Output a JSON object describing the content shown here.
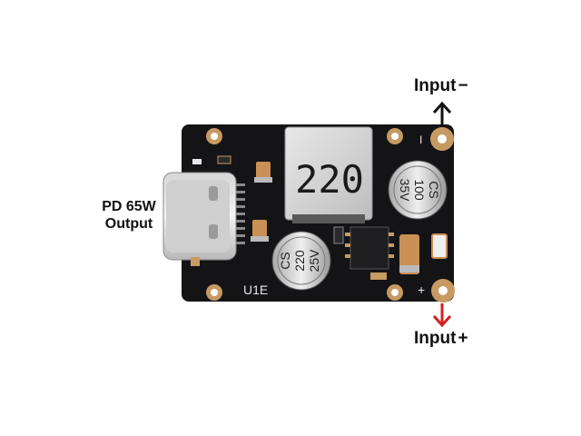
{
  "labels": {
    "output_line1": "PD 65W",
    "output_line2": "Output",
    "input_minus": "Input",
    "input_minus_sign": "−",
    "input_plus": "Input",
    "input_plus_sign": "+"
  },
  "board": {
    "silkscreen_id": "U1E",
    "minus_mark": "I",
    "plus_mark": "+",
    "inductor_value": "220",
    "cap_large": {
      "line1": "CS",
      "line2": "100",
      "line3": "35V"
    },
    "cap_small": {
      "line1": "CS",
      "line2": "220",
      "line3": "25V"
    }
  },
  "colors": {
    "pcb": "#141416",
    "pad_copper": "#c69a62",
    "arrow_minus": "#111111",
    "arrow_plus": "#d41f1f",
    "inductor": "#d9d9d9"
  }
}
